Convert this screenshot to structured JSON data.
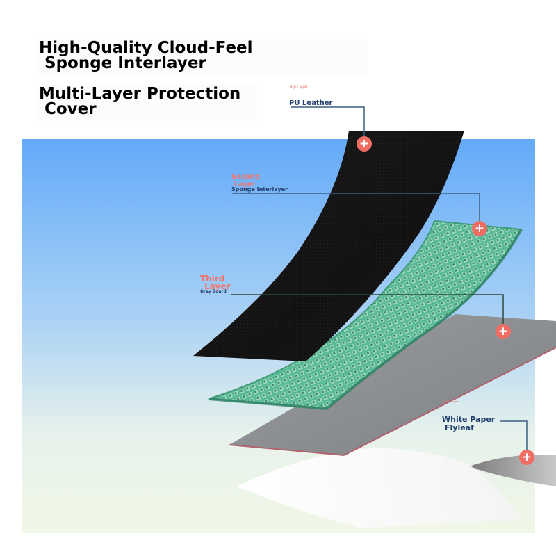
{
  "headlines": {
    "line1a": "High-Quality Cloud-Feel",
    "line1b": "Sponge Interlayer",
    "line2a": "Multi-Layer Protection",
    "line2b": "Cover"
  },
  "layers": {
    "top": {
      "tag": "Top Layer",
      "name": "PU Leather"
    },
    "second": {
      "tag_line1": "Second",
      "tag_line2": "Layer",
      "name": "Sponge Interlayer"
    },
    "third": {
      "tag_line1": "Third",
      "tag_line2": "Layer",
      "name": "Gray Board"
    },
    "bottom": {
      "tag": "Bottom Layer",
      "name_line1": "White Paper",
      "name_line2": "Flyleaf"
    }
  },
  "hotspot_symbol": "+",
  "colors": {
    "sky_top": "#63aaf9",
    "leather": "#151515",
    "sponge": "#5fc79c",
    "board": "#8f9295",
    "label_blue": "#24406e",
    "label_red": "#ef7a72",
    "hotspot": "#ef6d63"
  }
}
